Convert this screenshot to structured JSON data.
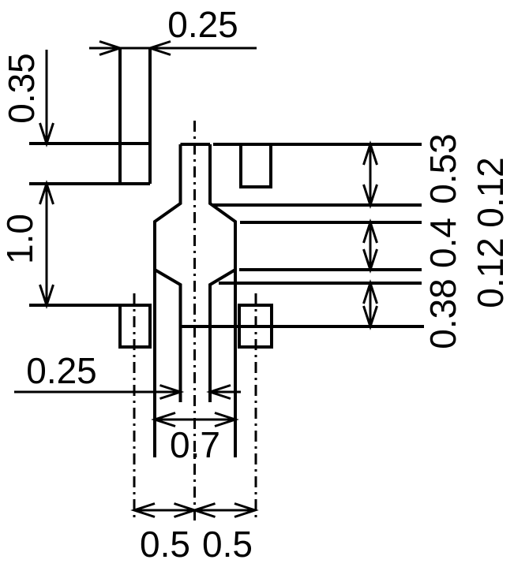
{
  "drawing": {
    "title": "dimensioned component lead and land-pattern drawing",
    "background": "#ffffff",
    "stroke_color": "#000000",
    "labels": {
      "top_pad_width": "0.25",
      "top_pad_height": "0.35",
      "vertical_pitch": "1.0",
      "right_tip_length": "0.53",
      "right_upper_taper": "0.12",
      "right_mid_length": "0.4",
      "right_lower_taper": "0.12",
      "right_foot_length": "0.38",
      "lead_width": "0.25",
      "body_width": "0.7",
      "pitch_left": "0.5",
      "pitch_right": "0.5"
    }
  }
}
